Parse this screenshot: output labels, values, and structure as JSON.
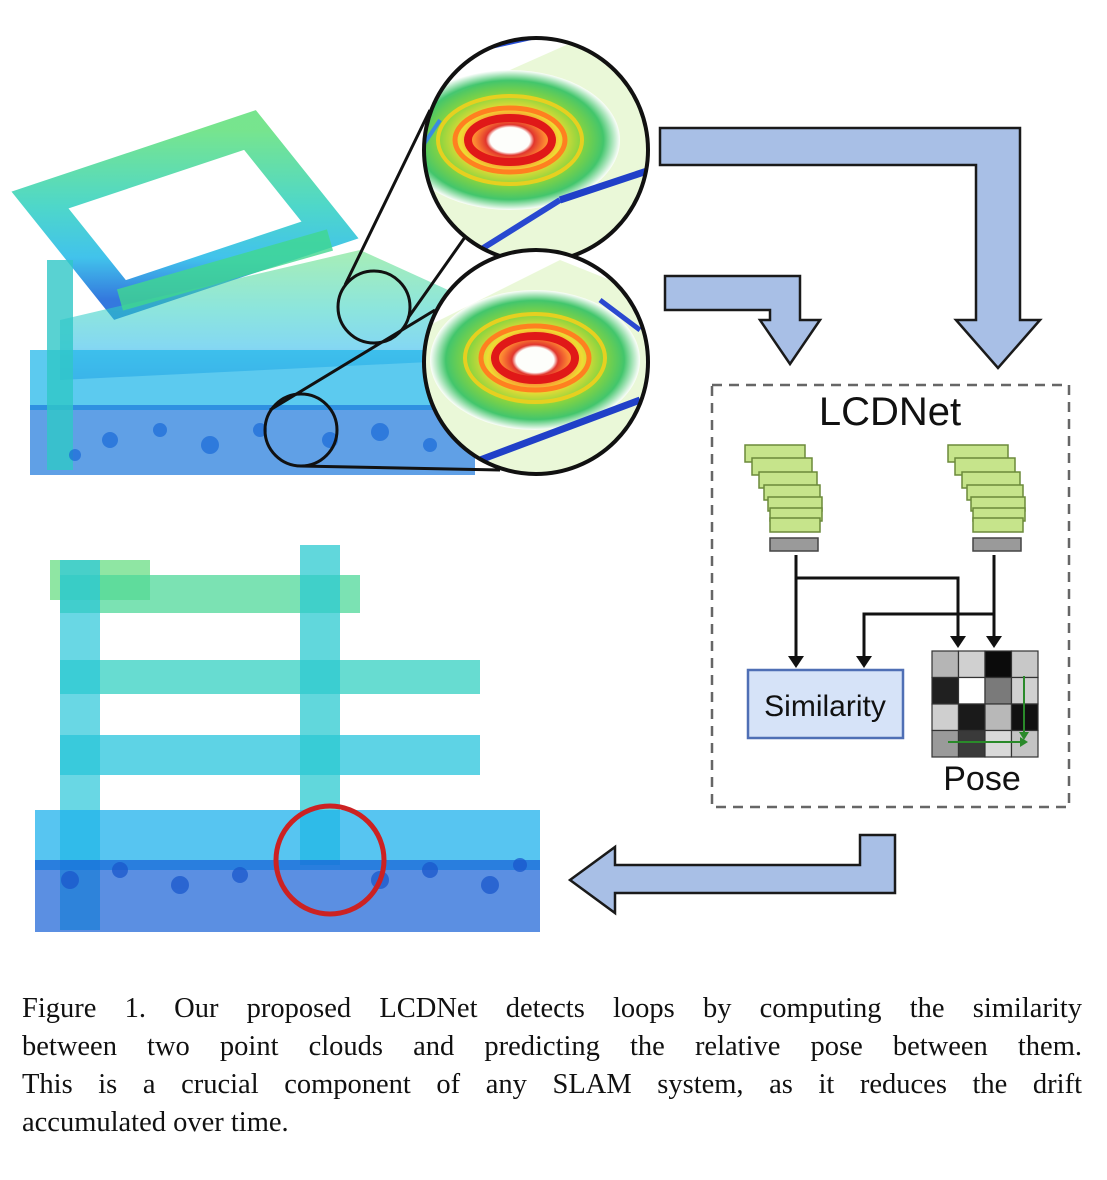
{
  "figure": {
    "network_title": "LCDNet",
    "similarity_label": "Similarity",
    "pose_label": "Pose",
    "colors": {
      "arrow_fill": "#a8bfe6",
      "arrow_stroke": "#1a1a1a",
      "encoder_fill": "#c6e48b",
      "similarity_box_fill": "#d6e3f8",
      "similarity_box_stroke": "#4f6fb5",
      "loop_circle": "#d02020",
      "dashed_border": "#666666"
    },
    "pose_matrix_grays": [
      [
        "#b5b5b5",
        "#d0d0d0",
        "#0b0b0b",
        "#c8c8c8"
      ],
      [
        "#202020",
        "#ffffff",
        "#7a7a7a",
        "#d0d0d0"
      ],
      [
        "#cfcfcf",
        "#1a1a1a",
        "#b8b8b8",
        "#111111"
      ],
      [
        "#9a9a9a",
        "#3a3a3a",
        "#d9d9d9",
        "#c4c4c4"
      ]
    ]
  },
  "caption": {
    "lines": [
      "Figure 1.  Our proposed LCDNet detects loops by computing the similarity",
      "between two point clouds and predicting the relative pose between them.",
      "This is a crucial component of any SLAM system, as it reduces the drift",
      "accumulated over time."
    ]
  }
}
